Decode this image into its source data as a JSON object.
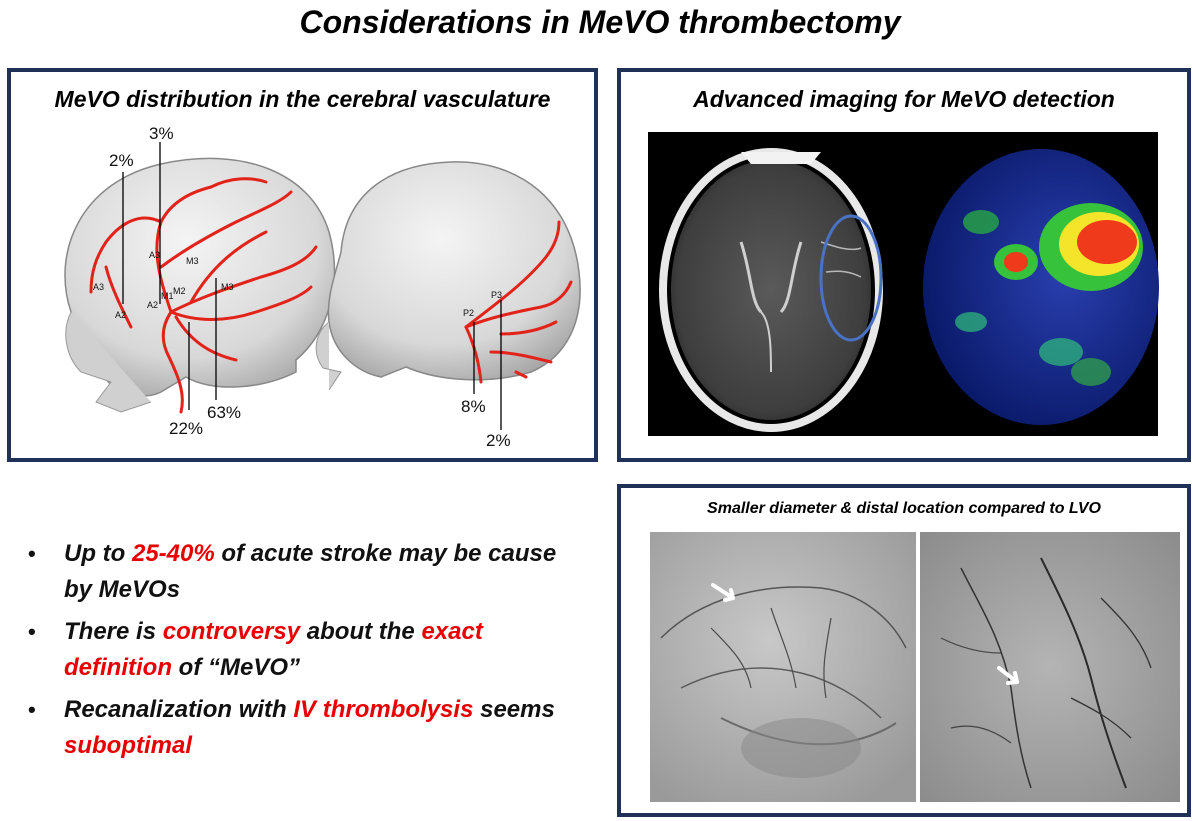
{
  "title": "Considerations in MeVO thrombectomy",
  "panel_distribution": {
    "title": "MeVO distribution in the cerebral vasculature",
    "labels": {
      "pct_a2": "2%",
      "pct_a3": "3%",
      "pct_m2": "22%",
      "pct_m3": "63%",
      "pct_p2": "8%",
      "pct_p3": "2%",
      "seg_a3_left": "A3",
      "seg_a3_top": "A3",
      "seg_a2_left": "A2",
      "seg_a2_mid": "A2",
      "seg_m1": "M1",
      "seg_m2": "M2",
      "seg_m3_top": "M3",
      "seg_m3_right": "M3",
      "seg_p2": "P2",
      "seg_p3": "P3"
    }
  },
  "panel_imaging": {
    "title": "Advanced imaging for MeVO detection"
  },
  "panel_angio": {
    "title": "Smaller diameter & distal location compared to LVO"
  },
  "bullets": [
    {
      "parts": [
        {
          "text": "Up to ",
          "red": false
        },
        {
          "text": "25-40%",
          "red": true
        },
        {
          "text": " of acute stroke may be cause by MeVOs",
          "red": false
        }
      ]
    },
    {
      "parts": [
        {
          "text": "There is ",
          "red": false
        },
        {
          "text": "controversy",
          "red": true
        },
        {
          "text": " about the ",
          "red": false
        },
        {
          "text": "exact definition",
          "red": true
        },
        {
          "text": " of “MeVO”",
          "red": false
        }
      ]
    },
    {
      "parts": [
        {
          "text": "Recanalization with ",
          "red": false
        },
        {
          "text": "IV thrombolysis",
          "red": true
        },
        {
          "text": " seems ",
          "red": false
        },
        {
          "text": "suboptimal",
          "red": true
        }
      ]
    }
  ],
  "colors": {
    "frame": "#1f3157",
    "highlight_red": "#e60000",
    "vessel_red": "#e2231a",
    "circle_blue": "#4a72c4"
  }
}
